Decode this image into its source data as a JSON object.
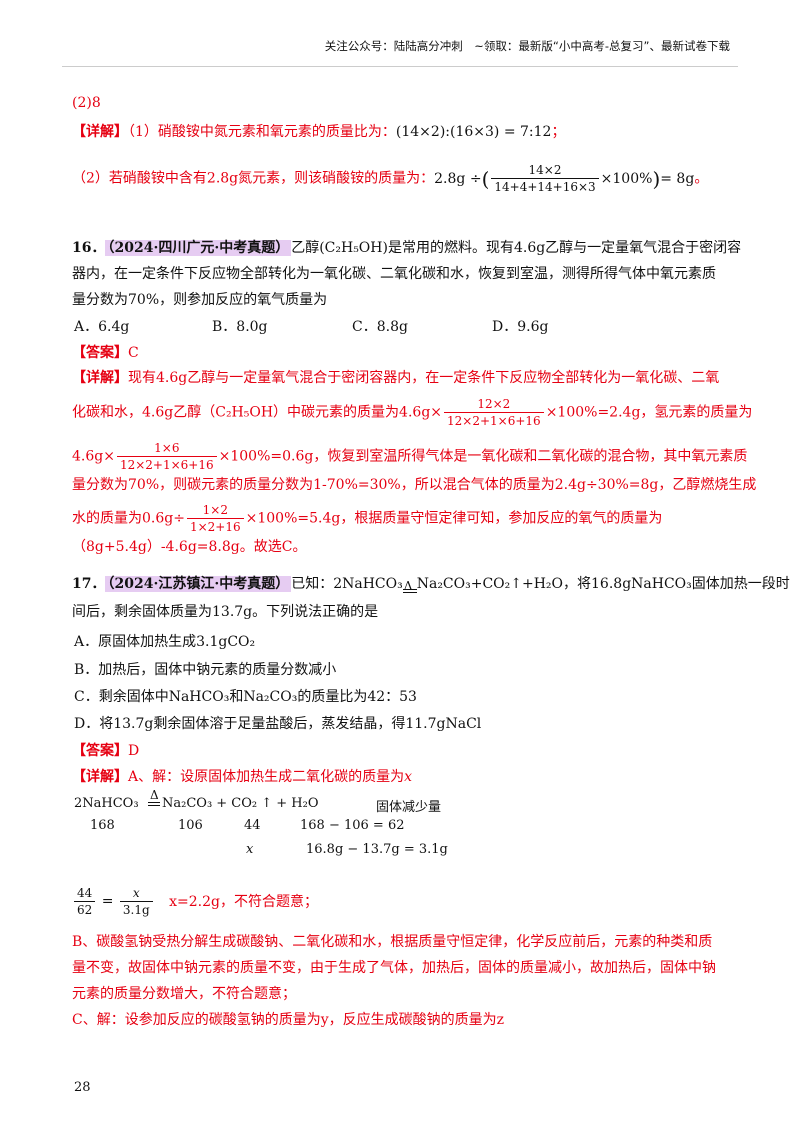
{
  "header": {
    "text": "关注公众号：陆陆高分冲刺　~领取：最新版“小中高考-总复习”、最新试卷下载"
  },
  "q15": {
    "part2_answer": "(2)8",
    "detail_label": "【详解】",
    "detail1_text": "（1）硝酸铵中氮元素和氧元素的质量比为：",
    "detail1_formula": "(14×2):(16×3) = 7:12",
    "detail1_end": "；",
    "detail2_text": "（2）若硝酸铵中含有2.8g氮元素，则该硝酸铵的质量为：",
    "detail2_lead": "2.8g ÷",
    "detail2_num": "14×2",
    "detail2_den": "14+4+14+16×3",
    "detail2_tail": "×100%",
    "detail2_result": "= 8g",
    "detail2_end": "。"
  },
  "q16": {
    "number": "16．",
    "tag": "（2024·四川广元·中考真题）",
    "stem_line1": "乙醇(C₂H₅OH)是常用的燃料。现有4.6g乙醇与一定量氧气混合于密闭容",
    "stem_line2": "器内，在一定条件下反应物全部转化为一氧化碳、二氧化碳和水，恢复到室温，测得所得气体中氧元素质",
    "stem_line3": "量分数为70%，则参加反应的氧气质量为",
    "options": [
      "A．6.4g",
      "B．8.0g",
      "C．8.8g",
      "D．9.6g"
    ],
    "answer_label": "【答案】",
    "answer": "C",
    "detail_label": "【详解】",
    "d_line1": "现有4.6g乙醇与一定量氧气混合于密闭容器内，在一定条件下反应物全部转化为一氧化碳、二氧",
    "d_line2_a": "化碳和水，4.6g乙醇（C₂H₅OH）中碳元素的质量为4.6g×",
    "d_line2_num": "12×2",
    "d_line2_den": "12×2+1×6+16",
    "d_line2_b": "×100%=2.4g，氢元素的质量为",
    "d_line3_a": "4.6g×",
    "d_line3_num": "1×6",
    "d_line3_den": "12×2+1×6+16",
    "d_line3_b": "×100%=0.6g，恢复到室温所得气体是一氧化碳和二氧化碳的混合物，其中氧元素质",
    "d_line4": "量分数为70%，则碳元素的质量分数为1-70%=30%，所以混合气体的质量为2.4g÷30%=8g，乙醇燃烧生成",
    "d_line5_a": "水的质量为0.6g÷",
    "d_line5_num": "1×2",
    "d_line5_den": "1×2+16",
    "d_line5_b": "×100%=5.4g，根据质量守恒定律可知，参加反应的氧气的质量为",
    "d_line6": "（8g+5.4g）-4.6g=8.8g。故选C。"
  },
  "q17": {
    "number": "17．",
    "tag": "（2024·江苏镇江·中考真题）",
    "stem_a": "已知：2NaHCO₃",
    "delta": "Δ",
    "stem_b": "Na₂CO₃+CO₂↑+H₂O，将16.8gNaHCO₃固体加热一段时",
    "stem_line2": "间后，剩余固体质量为13.7g。下列说法正确的是",
    "options": [
      "A．原固体加热生成3.1gCO₂",
      "B．加热后，固体中钠元素的质量分数减小",
      "C．剩余固体中NaHCO₃和Na₂CO₃的质量比为42：53",
      "D．将13.7g剩余固体溶于足量盐酸后，蒸发结晶，得11.7gNaCl"
    ],
    "answer_label": "【答案】",
    "answer": "D",
    "detail_label": "【详解】",
    "d_a": "A、解：设原固体加热生成二氧化碳的质量为",
    "d_a_var": "x",
    "eq_row1": [
      "2NaHCO₃",
      "Na₂CO₃ + CO₂ ↑ + H₂O",
      "固体减少量"
    ],
    "eq_row2": [
      "168",
      "106",
      "44",
      "168 − 106 = 62"
    ],
    "eq_row3": [
      "x",
      "16.8g − 13.7g = 3.1g"
    ],
    "ratio_left_num": "44",
    "ratio_left_den": "62",
    "ratio_right_num": "x",
    "ratio_right_den": "3.1g",
    "ratio_result": "x=2.2g，不符合题意；",
    "b_line1": "B、碳酸氢钠受热分解生成碳酸钠、二氧化碳和水，根据质量守恒定律，化学反应前后，元素的种类和质",
    "b_line2": "量不变，故固体中钠元素的质量不变，由于生成了气体，加热后，固体的质量减小，故加热后，固体中钠",
    "b_line3": "元素的质量分数增大，不符合题意；",
    "c_line": "C、解：设参加反应的碳酸氢钠的质量为y，反应生成碳酸钠的质量为z"
  },
  "page_number": "28"
}
